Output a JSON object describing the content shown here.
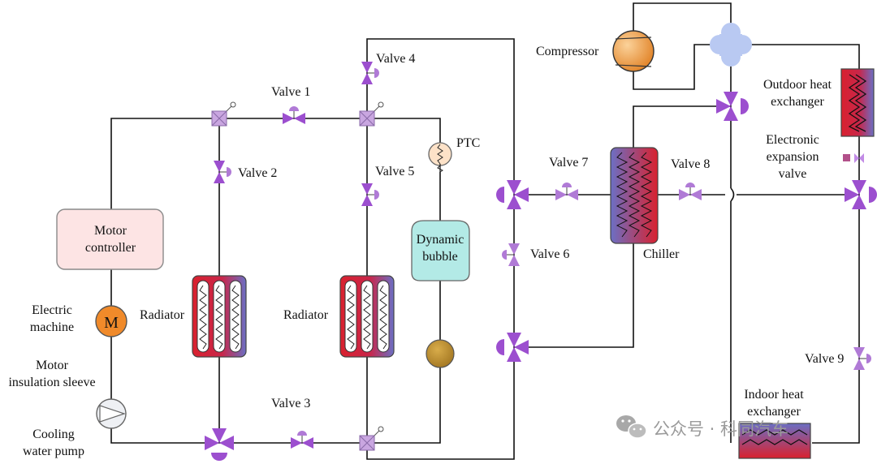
{
  "labels": {
    "valve1": "Valve 1",
    "valve2": "Valve 2",
    "valve3": "Valve 3",
    "valve4": "Valve 4",
    "valve5": "Valve 5",
    "valve6": "Valve 6",
    "valve7": "Valve 7",
    "valve8": "Valve 8",
    "valve9": "Valve 9",
    "motor_controller": [
      "Motor",
      "controller"
    ],
    "electric_machine": [
      "Electric",
      "machine"
    ],
    "motor_symbol": "M",
    "motor_insulation_sleeve": [
      "Motor",
      "insulation sleeve"
    ],
    "cooling_water_pump": [
      "Cooling",
      "water pump"
    ],
    "radiator_1": "Radiator",
    "radiator_2": "Radiator",
    "ptc": "PTC",
    "dynamic_bubble": [
      "Dynamic",
      "bubble"
    ],
    "compressor": "Compressor",
    "outdoor_heat_exchanger": [
      "Outdoor heat",
      "exchanger"
    ],
    "electronic_expansion_valve": [
      "Electronic",
      "expansion",
      "valve"
    ],
    "chiller": "Chiller",
    "indoor_heat_exchanger": [
      "Indoor heat",
      "exchanger"
    ]
  },
  "watermark": "公众号 · 科同汽车",
  "colors": {
    "valve": "#9c4fcf",
    "valve_light": "#c28be6",
    "junction": "#c9a6e0",
    "radiator_red": "#d9212e",
    "radiator_blue": "#6b6fc4",
    "motor_orange": "#f08a2a",
    "bubble_teal": "#b3eae6",
    "accumulator": "#b8892a",
    "compressor_orange": "#f2a04a",
    "four_way_valve": "#b9c9f2",
    "controller_fill": "#fde4e4"
  }
}
